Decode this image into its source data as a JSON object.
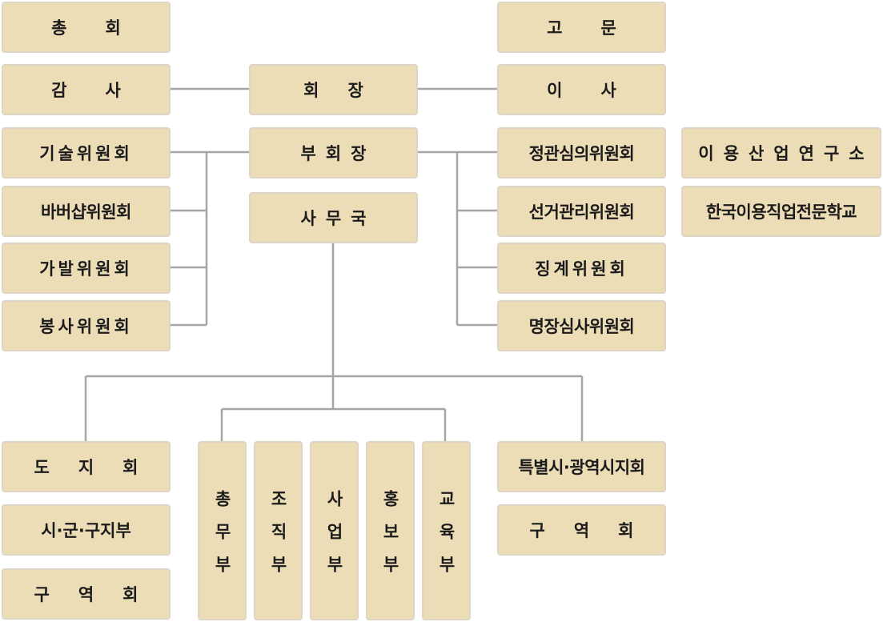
{
  "org": {
    "chongheo": "총회",
    "gamsa": "감사",
    "hoejang": "회장",
    "gomun": "고문",
    "isa": "이사",
    "buhoejang": "부회장",
    "samuguk": "사무국",
    "committees_left": [
      "기술위원회",
      "바버샵위원회",
      "가발위원회",
      "봉사위원회"
    ],
    "committees_right": [
      "정관심의위원회",
      "선거관리위원회",
      "징계위원회",
      "명장심사위원회"
    ],
    "institutes": [
      "이용산업연구소",
      "한국이용직업전문학교"
    ],
    "regional_left": [
      "도지회",
      "시·군·구지부",
      "구역회"
    ],
    "departments": [
      "총무부",
      "조직부",
      "사업부",
      "홍보부",
      "교육부"
    ],
    "regional_right": [
      "특별시·광역시지회",
      "구역회"
    ]
  },
  "colors": {
    "box_fill": "#ecddb6",
    "box_border": "#ddd6c6",
    "line": "#a6a6a6"
  }
}
